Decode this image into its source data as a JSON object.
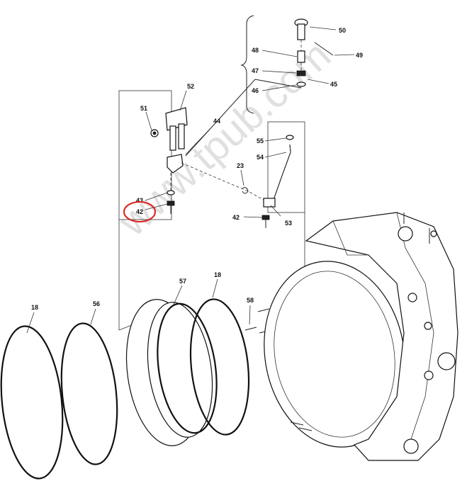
{
  "watermark": "www.tpub.com",
  "highlight": {
    "label": "42",
    "color": "#e0201a"
  },
  "callouts": {
    "c50": "50",
    "c49": "49",
    "c48": "48",
    "c47": "47",
    "c45": "45",
    "c46": "46",
    "c52": "52",
    "c51": "51",
    "c44": "44",
    "c55": "55",
    "c54": "54",
    "c23": "23",
    "c43": "43",
    "c42a": "42",
    "c42b": "42",
    "c53": "53",
    "c57": "57",
    "c18a": "18",
    "c18b": "18",
    "c56": "56",
    "c58": "58"
  }
}
